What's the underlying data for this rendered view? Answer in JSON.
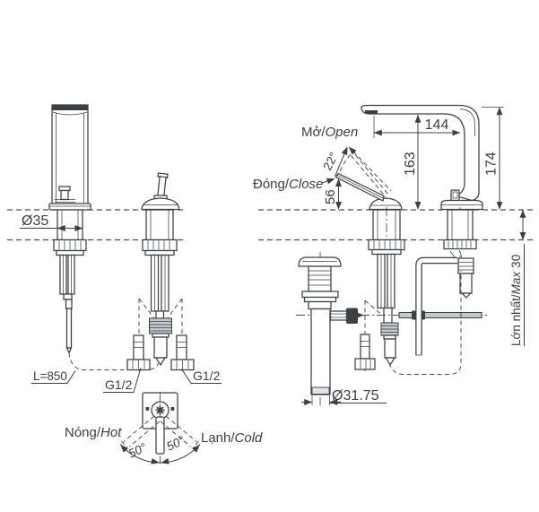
{
  "colors": {
    "ink": "#3b4045",
    "background": "#ffffff",
    "shade": "#c3c8cd"
  },
  "labels": {
    "spout_diameter": "Ø35",
    "hose_length": "L=850",
    "thread_size_left": "G1/2",
    "thread_size_right": "G1/2",
    "open": {
      "vi": "Mở",
      "sep": "/",
      "en": "Open"
    },
    "close": {
      "vi": "Đóng",
      "sep": "/",
      "en": "Close"
    },
    "lever_angle": "22°",
    "dim_lever_height": "56",
    "dim_spout_reach": "144",
    "dim_spout_height": "163",
    "dim_overall_height": "174",
    "deck_max": {
      "vi": "Lớn nhất",
      "sep": "/",
      "en": "Max",
      "value": "30"
    },
    "drain_diameter": "Ø31.75",
    "hot": {
      "vi": "Nóng",
      "sep": "/",
      "en": "Hot"
    },
    "cold": {
      "vi": "Lạnh",
      "sep": "/",
      "en": "Cold"
    },
    "angle_left": "50°",
    "angle_right": "50°"
  }
}
